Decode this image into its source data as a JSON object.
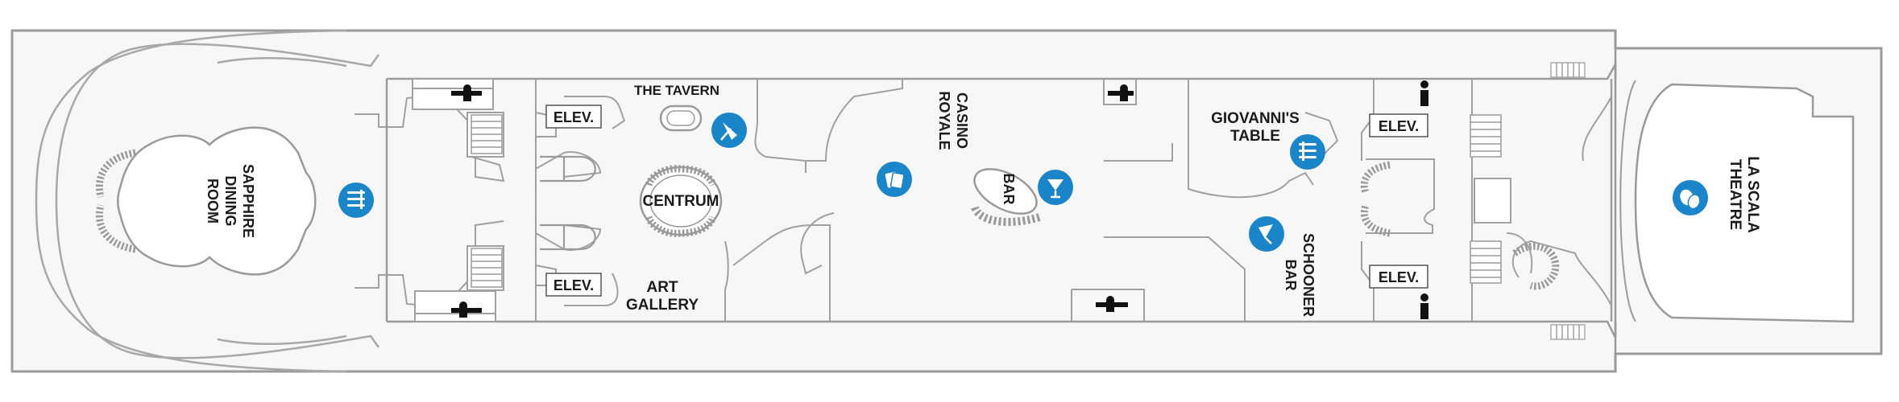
{
  "deck_plan": {
    "colors": {
      "hull_outline": "#9a9a9a",
      "deck_fill": "#f7f7f7",
      "room_fill": "#ffffff",
      "icon_blue": "#1a86c9",
      "label_text": "#1b1b1b"
    },
    "venues": {
      "sapphire": [
        "SAPPHIRE",
        "DINING",
        "ROOM"
      ],
      "tavern": "THE TAVERN",
      "centrum": "CENTRUM",
      "art_gallery": [
        "ART",
        "GALLERY"
      ],
      "casino": [
        "CASINO",
        "ROYALE"
      ],
      "bar": "BAR",
      "giovanni": [
        "GIOVANNI'S",
        "TABLE"
      ],
      "schooner": [
        "SCHOONER",
        "BAR"
      ],
      "la_scala": [
        "LA SCALA",
        "THEATRE"
      ]
    },
    "elevators": {
      "fwd_port": "ELEV.",
      "fwd_starboard": "ELEV.",
      "aft_port": "ELEV.",
      "aft_starboard": "ELEV."
    },
    "icons": {
      "dining": "fork-knife-icon",
      "bar": "cocktail-glass-icon",
      "casino": "playing-cards-icon",
      "theatre": "theatre-masks-icon",
      "restroom": "restroom-icon",
      "accessible": "wheelchair-icon",
      "stairs": "stairs-icon"
    }
  }
}
